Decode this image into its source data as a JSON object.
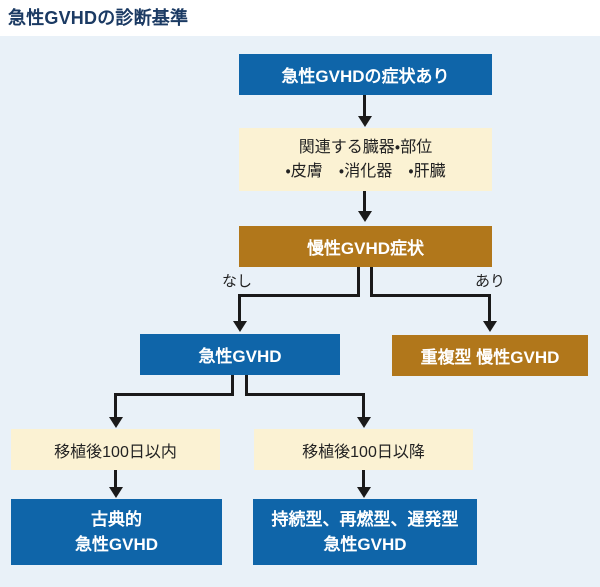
{
  "page": {
    "title": "急性GVHDの診断基準"
  },
  "colors": {
    "box_blue": "#0f65a9",
    "box_brown": "#b1771b",
    "box_cream": "#fbf2d3",
    "panel_background": "#e9f1f8",
    "header_background": "#ffffff",
    "title_text": "#1b3a63",
    "connector": "#1a1a1a"
  },
  "flowchart": {
    "nodes": {
      "symptom": {
        "label": "急性GVHDの症状あり"
      },
      "organs": {
        "line1": "関連する臓器・部位",
        "line2": "・皮膚　・消化器　・肝臓"
      },
      "chronic": {
        "label": "慢性GVHD症状"
      },
      "acute": {
        "label": "急性GVHD"
      },
      "overlap": {
        "label": "重複型 慢性GVHD"
      },
      "within100": {
        "label": "移植後100日以内"
      },
      "after100": {
        "label": "移植後100日以降"
      },
      "classic": {
        "line1": "古典的",
        "line2": "急性GVHD"
      },
      "persistent": {
        "line1": "持続型、再燃型、遅発型",
        "line2": "急性GVHD"
      }
    },
    "branch_labels": {
      "no": "なし",
      "yes": "あり"
    }
  }
}
